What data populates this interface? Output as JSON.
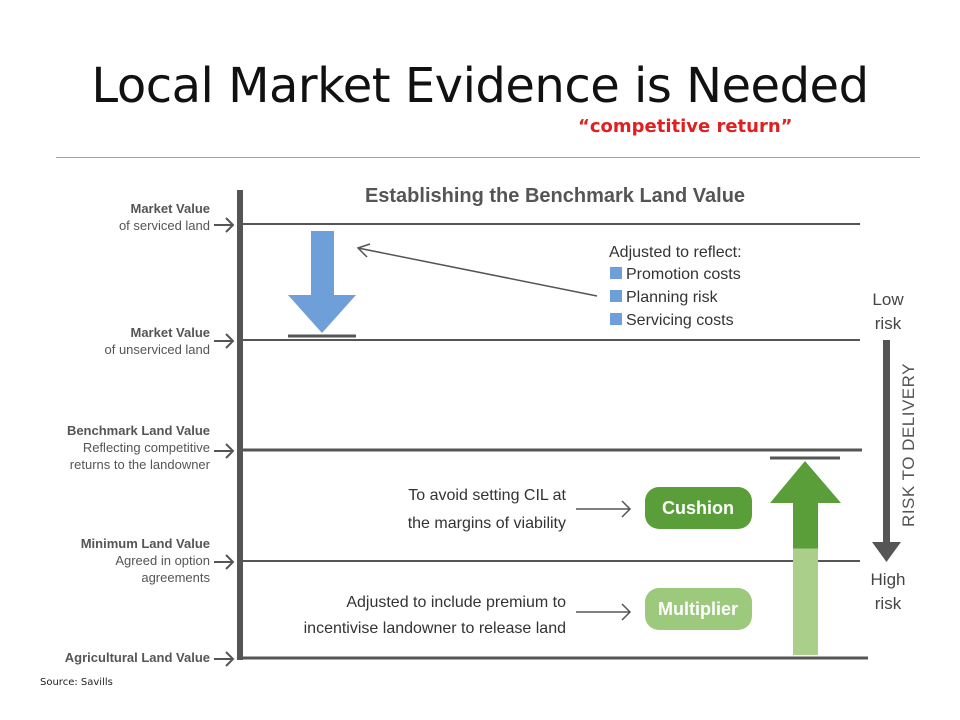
{
  "slide": {
    "title": "Local Market Evidence is Needed",
    "subtitle": "“competitive return”",
    "source": "Source: Savills"
  },
  "diagram": {
    "title": "Establishing the Benchmark Land Value",
    "levels": [
      {
        "name": "Market Value",
        "sub": [
          "of serviced land"
        ]
      },
      {
        "name": "Market Value",
        "sub": [
          "of unserviced land"
        ]
      },
      {
        "name": "Benchmark Land Value",
        "sub": [
          "Reflecting competitive",
          "returns to the landowner"
        ]
      },
      {
        "name": "Minimum Land Value",
        "sub": [
          "Agreed in option",
          "agreements"
        ]
      },
      {
        "name": "Agricultural Land Value",
        "sub": []
      }
    ],
    "adjusted": {
      "heading": "Adjusted to reflect:",
      "items": [
        "Promotion costs",
        "Planning risk",
        "Servicing costs"
      ]
    },
    "cushion": {
      "note": [
        "To avoid setting CIL at",
        "the margins of viability"
      ],
      "label": "Cushion"
    },
    "multiplier": {
      "note": [
        "Adjusted to include premium to",
        "incentivise landowner to release land"
      ],
      "label": "Multiplier"
    },
    "risk": {
      "low": [
        "Low",
        "risk"
      ],
      "high": [
        "High",
        "risk"
      ],
      "axis": "RISK TO DELIVERY"
    },
    "colors": {
      "axis": "#555555",
      "text": "#444444",
      "blue": "#6f9fd8",
      "green_dark": "#5a9e3a",
      "green_light": "#a9cf8a",
      "cushion": "#5a9e3a",
      "multiplier": "#9cc97c"
    }
  }
}
